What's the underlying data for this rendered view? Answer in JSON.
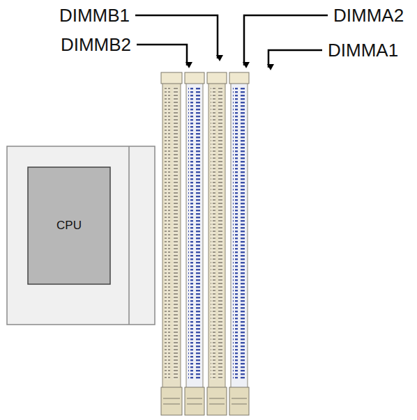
{
  "diagram": {
    "nodes": [
      {
        "text": [
          "CPU"
        ]
      }
    ],
    "labels": [
      "DIMMB1",
      "DIMMA2",
      "DIMMB2",
      "DIMMA1"
    ]
  }
}
